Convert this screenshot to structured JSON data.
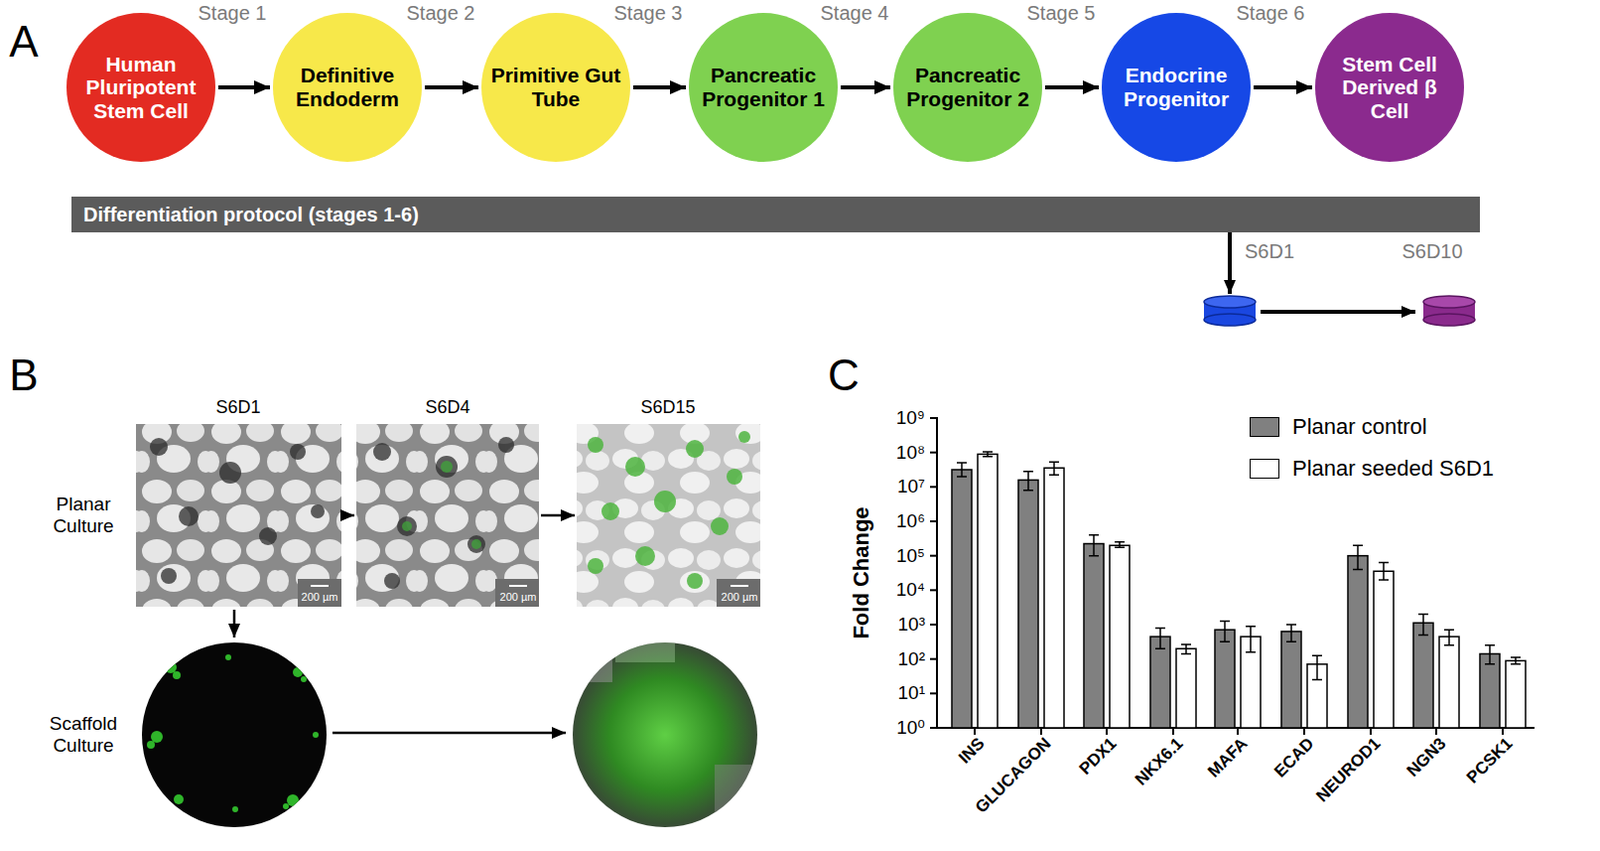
{
  "diagram": {
    "nodes": [
      {
        "text": [
          "Human Pluripotent Stem Cell"
        ]
      },
      {
        "text": [
          "Definitive Endoderm"
        ]
      },
      {
        "text": [
          "Primitive Gut Tube"
        ]
      },
      {
        "text": [
          "Pancreatic Progenitor 1"
        ]
      },
      {
        "text": [
          "Pancreatic Progenitor 2"
        ]
      },
      {
        "text": [
          "Endocrine Progenitor"
        ]
      },
      {
        "text": [
          "Stem Cell Derived β Cell"
        ]
      },
      {
        "text": [
          "Differentiation protocol (stages 1-6)"
        ]
      }
    ],
    "edges": [
      {
        "from": 0,
        "to": 1,
        "arrow": "to"
      },
      {
        "from": 1,
        "to": 2,
        "arrow": "to"
      },
      {
        "from": 2,
        "to": 3,
        "arrow": "to"
      },
      {
        "from": 3,
        "to": 4,
        "arrow": "to"
      },
      {
        "from": 4,
        "to": 5,
        "arrow": "to"
      },
      {
        "from": 5,
        "to": 6,
        "arrow": "to"
      }
    ],
    "labels": [
      "A",
      "Stage 1",
      "Stage 2",
      "Stage 3",
      "Stage 4",
      "Stage 5",
      "Stage 6",
      "S6D1",
      "S6D10",
      "B",
      "S6D1",
      "S6D4",
      "S6D15",
      "Planar Culture",
      "Scaffold Culture",
      "200 µm",
      "200 µm",
      "200 µm",
      "C",
      "Fold Change",
      "10⁹",
      "10⁸",
      "10⁷",
      "10⁶",
      "10⁵",
      "10⁴",
      "10³",
      "10²",
      "10¹",
      "10⁰",
      "INS",
      "GLUCAGON",
      "PDX1",
      "NKX6.1",
      "MAFA",
      "ECAD",
      "NEUROD1",
      "NGN3",
      "PCSK1"
    ],
    "legend": [
      {
        "text": "Planar control",
        "color": "#808080"
      },
      {
        "text": "Planar seeded S6D1",
        "color": "#ffffff"
      }
    ]
  }
}
